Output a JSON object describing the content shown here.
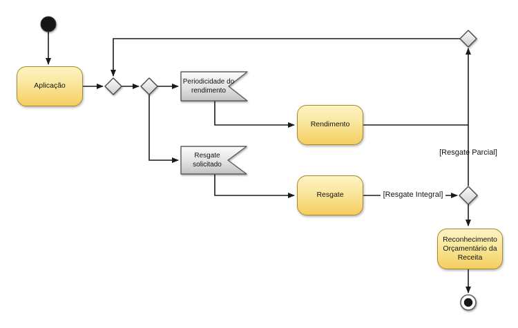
{
  "diagram": {
    "kind": "uml-activity-diagram",
    "background": "#ffffff",
    "nodes": {
      "initial": {
        "type": "initial-node"
      },
      "aplicacao": {
        "type": "action",
        "label": "Aplicação"
      },
      "merge_loop": {
        "type": "merge-node"
      },
      "decision_main": {
        "type": "decision-node"
      },
      "periodicidade": {
        "type": "accept-event-action",
        "label": "Periodicidade do rendimento"
      },
      "rendimento": {
        "type": "action",
        "label": "Rendimento"
      },
      "resgate_solicitado": {
        "type": "accept-event-action",
        "label": "Resgate solicitado"
      },
      "resgate": {
        "type": "action",
        "label": "Resgate"
      },
      "merge_top_right": {
        "type": "merge-node"
      },
      "decision_resgate": {
        "type": "decision-node"
      },
      "reconhecimento": {
        "type": "action",
        "label": "Reconhecimento Orçamentário da Receita"
      },
      "final": {
        "type": "activity-final-node"
      }
    },
    "edge_labels": {
      "resgate_parcial": "[Resgate Parcial]",
      "resgate_integral": "[Resgate Integral]"
    },
    "colors": {
      "action_fill_top": "#fdf3c2",
      "action_fill_bottom": "#f4ce5f",
      "action_border": "#a8882c",
      "event_fill_top": "#fbfbfb",
      "event_fill_bottom": "#c2c2c2",
      "event_border": "#5b5b5b",
      "diamond_fill_top": "#fafafa",
      "diamond_fill_bottom": "#d2d2d2",
      "diamond_border": "#4a4a4a",
      "edge": "#1a1a1a"
    }
  }
}
